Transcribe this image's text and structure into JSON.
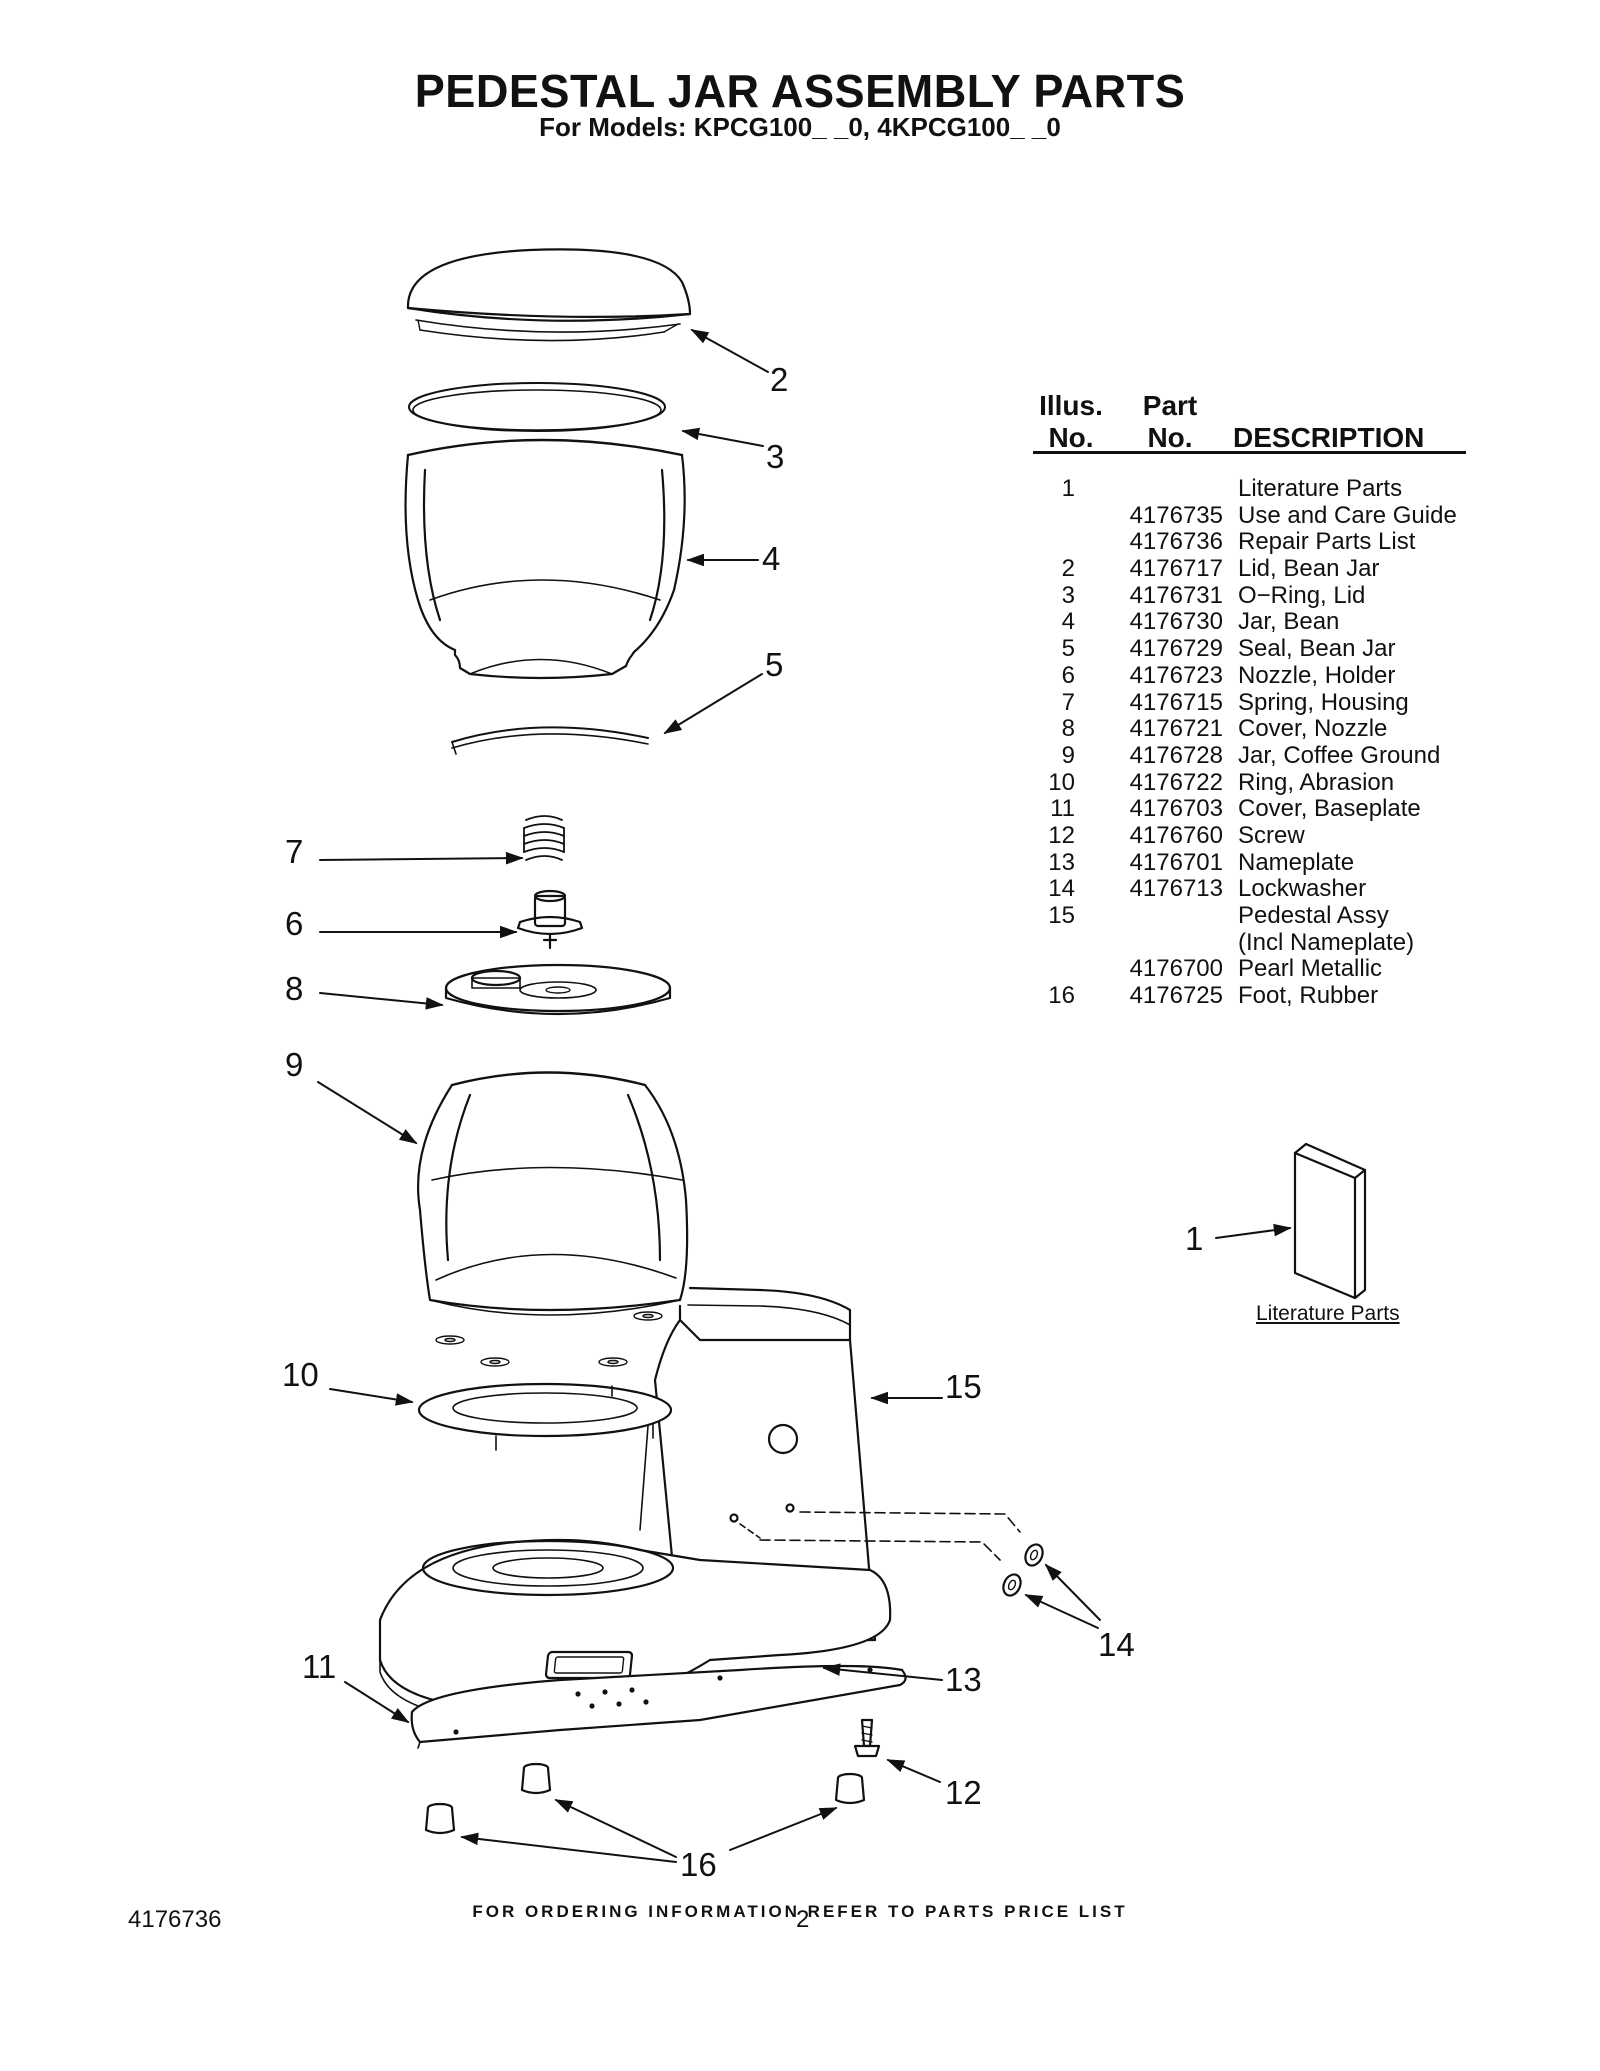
{
  "header": {
    "title": "PEDESTAL JAR ASSEMBLY PARTS",
    "subtitle": "For Models: KPCG100_ _0, 4KPCG100_ _0"
  },
  "table": {
    "col_illus_line1": "Illus.",
    "col_illus_line2": "No.",
    "col_part_line1": "Part",
    "col_part_line2": "No.",
    "col_description": "DESCRIPTION",
    "rows": [
      {
        "illus": "1",
        "part": "",
        "desc": "Literature Parts"
      },
      {
        "illus": "",
        "part": "4176735",
        "desc": "Use and Care Guide"
      },
      {
        "illus": "",
        "part": "4176736",
        "desc": "Repair Parts List"
      },
      {
        "illus": "2",
        "part": "4176717",
        "desc": "Lid, Bean Jar"
      },
      {
        "illus": "3",
        "part": "4176731",
        "desc": "O−Ring, Lid"
      },
      {
        "illus": "4",
        "part": "4176730",
        "desc": "Jar, Bean"
      },
      {
        "illus": "5",
        "part": "4176729",
        "desc": "Seal, Bean Jar"
      },
      {
        "illus": "6",
        "part": "4176723",
        "desc": "Nozzle, Holder"
      },
      {
        "illus": "7",
        "part": "4176715",
        "desc": "Spring, Housing"
      },
      {
        "illus": "8",
        "part": "4176721",
        "desc": "Cover, Nozzle"
      },
      {
        "illus": "9",
        "part": "4176728",
        "desc": "Jar, Coffee Ground"
      },
      {
        "illus": "10",
        "part": "4176722",
        "desc": "Ring, Abrasion"
      },
      {
        "illus": "11",
        "part": "4176703",
        "desc": "Cover, Baseplate"
      },
      {
        "illus": "12",
        "part": "4176760",
        "desc": "Screw"
      },
      {
        "illus": "13",
        "part": "4176701",
        "desc": "Nameplate"
      },
      {
        "illus": "14",
        "part": "4176713",
        "desc": "Lockwasher"
      },
      {
        "illus": "15",
        "part": "",
        "desc": "Pedestal Assy"
      },
      {
        "illus": "",
        "part": "",
        "desc": "(Incl Nameplate)"
      },
      {
        "illus": "",
        "part": "4176700",
        "desc": "Pearl Metallic"
      },
      {
        "illus": "16",
        "part": "4176725",
        "desc": "Foot, Rubber"
      }
    ]
  },
  "callouts": {
    "c1": "1",
    "c2": "2",
    "c3": "3",
    "c4": "4",
    "c5": "5",
    "c6": "6",
    "c7": "7",
    "c8": "8",
    "c9": "9",
    "c10": "10",
    "c11": "11",
    "c12": "12",
    "c13": "13",
    "c14": "14",
    "c15": "15",
    "c16": "16"
  },
  "literature_label": "Literature Parts",
  "footer": {
    "note": "FOR ORDERING INFORMATION REFER TO PARTS PRICE LIST",
    "doc_number": "4176736",
    "page_number": "2"
  }
}
